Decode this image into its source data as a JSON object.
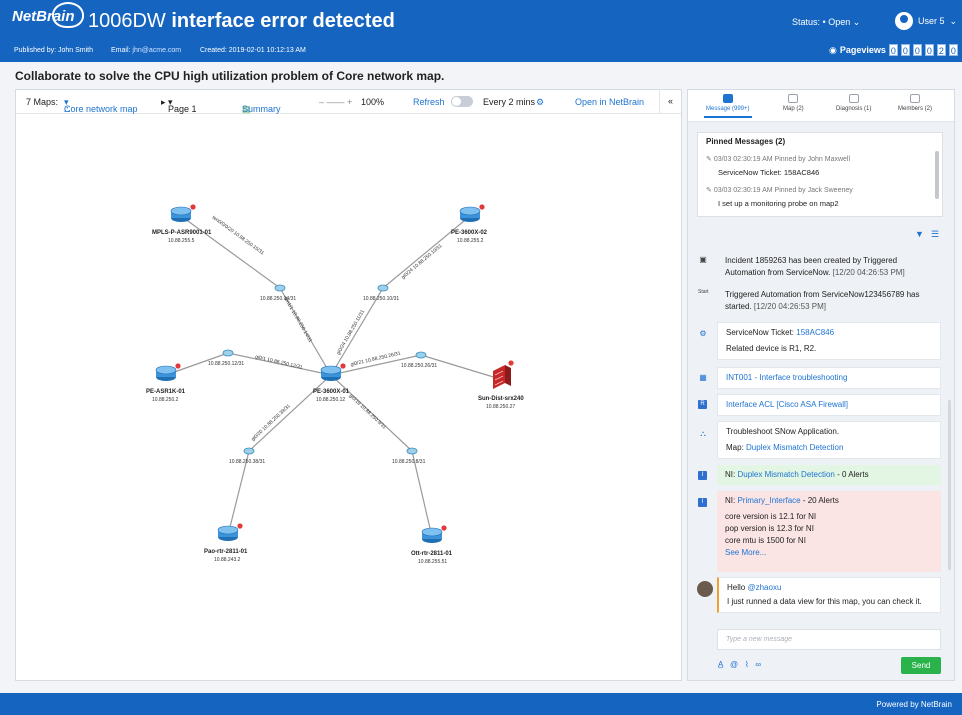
{
  "header": {
    "logo": "NetBrain",
    "title_prefix": "1006DW",
    "title_main": "interface error detected",
    "published_by": "Published by: John Smith",
    "email_label": "Email:",
    "email": "jhn@acme.com",
    "created": "Created: 2019-02-01 10:12:13 AM",
    "status_label": "Status:",
    "status_value": "Open",
    "user": "User 5",
    "pageviews_label": "Pageviews",
    "pageviews_digits": [
      "0",
      "0",
      "0",
      "0",
      "2",
      "0"
    ]
  },
  "headline": "Collaborate to solve the CPU high utilization problem of Core network map.",
  "map_toolbar": {
    "maps_count": "7 Maps:",
    "map_name": "Core network map",
    "page": "Page 1",
    "summary": "Summary",
    "zoom": "100%",
    "refresh": "Refresh",
    "interval": "Every 2 mins",
    "open_in": "Open in NetBrain"
  },
  "network": {
    "nodes": [
      {
        "id": "mpls",
        "name": "MPLS-P-ASR9001-01",
        "ip": "10.88.255.5",
        "type": "router"
      },
      {
        "id": "pe02",
        "name": "PE-3600X-02",
        "ip": "10.88.255.2",
        "type": "router"
      },
      {
        "id": "asr1k",
        "name": "PE-ASR1K-01",
        "ip": "10.88.250.2",
        "type": "router"
      },
      {
        "id": "pe01",
        "name": "PE-3600X-01",
        "ip": "10.88.250.12",
        "type": "router"
      },
      {
        "id": "srx",
        "name": "Sun-Dist-srx240",
        "ip": "10.88.250.27",
        "type": "firewall"
      },
      {
        "id": "pao",
        "name": "Pao-rtr-2811-01",
        "ip": "10.88.243.2",
        "type": "router"
      },
      {
        "id": "ott",
        "name": "Ott-rtr-2811-01",
        "ip": "10.88.255.51",
        "type": "router"
      }
    ],
    "subnets": [
      {
        "id": "s1",
        "ip": "10.88.250.14/31"
      },
      {
        "id": "s2",
        "ip": "10.88.250.10/31"
      },
      {
        "id": "s3",
        "ip": "10.88.250.12/31"
      },
      {
        "id": "s4",
        "ip": "10.88.250.26/31"
      },
      {
        "id": "s5",
        "ip": "10.88.250.38/31"
      },
      {
        "id": "s6",
        "ip": "10.88.250.8/31"
      }
    ],
    "link_labels": [
      "ten0/0/0/20 10.88.250.15/31",
      "ten1/1 10.88.250.14/31",
      "gi0/24 10.88.250.10/31",
      "gi0/24 10.88.250.11/31",
      "gi0/1 10.88.250.12/31",
      "gi0/21 10.88.250.26/31",
      "gi0/20 10.88.250.39/31",
      "gi0/19 10.88.250.9/31"
    ]
  },
  "sidebar": {
    "tabs": [
      "Message (999+)",
      "Map (2)",
      "Diagnosis (1)",
      "Members (2)"
    ],
    "pinned_title": "Pinned Messages (2)",
    "pinned": [
      {
        "meta": "03/03 02:30:19 AM Pinned by John Maxwell",
        "text": "ServiceNow Ticket: 158AC846"
      },
      {
        "meta": "03/03 02:30:19 AM Pinned by Jack Sweeney",
        "text": "I set up a monitoring probe on map2"
      }
    ],
    "feed": {
      "incident": "Incident 1859263 has been created by Triggered Automation from ServiceNow.",
      "incident_ts": "[12/20 04:26:53 PM]",
      "start_icon": "Start",
      "triggered": "Triggered Automation from ServiceNow123456789 has started.",
      "triggered_ts": "[12/20 04:26:53 PM]",
      "ticket_label": "ServiceNow Ticket:",
      "ticket_id": "158AC846",
      "related": "Related device is R1, R2.",
      "int001": "INT001 - Interface troubleshooting",
      "acl": "Interface ACL [Cisco ASA Firewall]",
      "troubleshoot": "Troubleshoot SNow Application.",
      "map_label": "Map:",
      "map_link": "Duplex Mismatch Detection",
      "ni1_prefix": "NI:",
      "ni1_link": "Duplex Mismatch Detection",
      "ni1_suffix": "- 0 Alerts",
      "ni2_prefix": "NI:",
      "ni2_link": "Primary_Interface",
      "ni2_suffix": "- 20 Alerts",
      "ni2_lines": [
        "core version is 12.1 for NI",
        "pop version is 12.3 for NI",
        "core mtu is 1500 for NI"
      ],
      "see_more": "See More...",
      "chat_hello": "Hello",
      "chat_mention": "@zhaoxu",
      "chat_text": "I just runned a data view for this map, you can check it."
    },
    "composer_placeholder": "Type a new message",
    "send": "Send"
  },
  "footer": "Powered by NetBrain"
}
